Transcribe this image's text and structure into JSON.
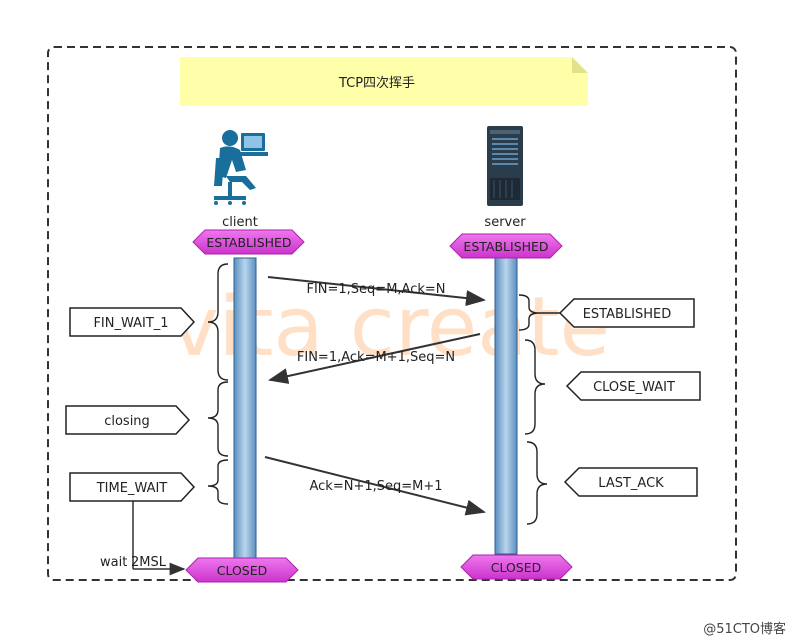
{
  "title": "TCP四次挥手",
  "watermark": "vita create",
  "footer": "@51CTO博客",
  "actors": {
    "client": "client",
    "server": "server"
  },
  "client_states": {
    "established": "ESTABLISHED",
    "fin_wait_1": "FIN_WAIT_1",
    "closing": "closing",
    "time_wait": "TIME_WAIT",
    "closed": "CLOSED",
    "wait": "wait",
    "wait_value": "2MSL"
  },
  "server_states": {
    "established_top": "ESTABLISHED",
    "established": "ESTABLISHED",
    "close_wait": "CLOSE_WAIT",
    "last_ack": "LAST_ACK",
    "closed": "CLOSED"
  },
  "messages": {
    "m1": "FIN=1,Seq=M,Ack=N",
    "m2": "FIN=1,Ack=M+1,Seq=N",
    "m3": "Ack=N+1,Seq=M+1"
  },
  "colors": {
    "note_yellow": "#ffffaa",
    "pink": "#dd44dd",
    "timeline_blue": "#7fb2d8",
    "watermark": "#ffd6b3",
    "actor_blue": "#1a6e9c",
    "server_dark": "#2b3c4a"
  }
}
